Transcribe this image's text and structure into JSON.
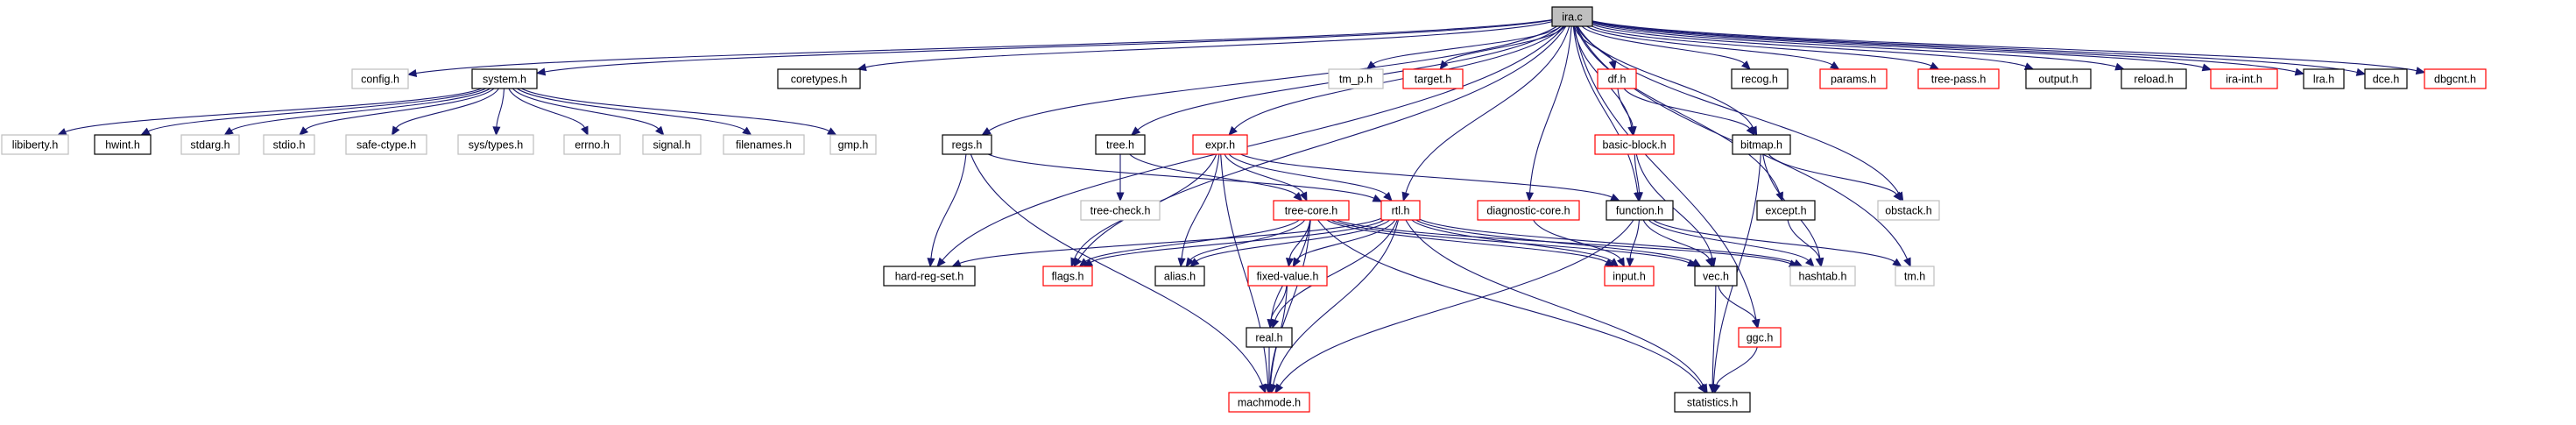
{
  "diagram": {
    "nodes": [
      {
        "id": "ira_c",
        "label": "ira.c",
        "style": "root"
      },
      {
        "id": "config_h",
        "label": "config.h",
        "style": "gray"
      },
      {
        "id": "system_h",
        "label": "system.h",
        "style": "black"
      },
      {
        "id": "coretypes_h",
        "label": "coretypes.h",
        "style": "black"
      },
      {
        "id": "tm_p_h",
        "label": "tm_p.h",
        "style": "gray"
      },
      {
        "id": "target_h",
        "label": "target.h",
        "style": "red"
      },
      {
        "id": "df_h",
        "label": "df.h",
        "style": "red"
      },
      {
        "id": "recog_h",
        "label": "recog.h",
        "style": "black"
      },
      {
        "id": "params_h",
        "label": "params.h",
        "style": "red"
      },
      {
        "id": "tree_pass_h",
        "label": "tree-pass.h",
        "style": "red"
      },
      {
        "id": "output_h",
        "label": "output.h",
        "style": "black"
      },
      {
        "id": "reload_h",
        "label": "reload.h",
        "style": "black"
      },
      {
        "id": "ira_int_h",
        "label": "ira-int.h",
        "style": "red"
      },
      {
        "id": "lra_h",
        "label": "lra.h",
        "style": "black"
      },
      {
        "id": "dce_h",
        "label": "dce.h",
        "style": "black"
      },
      {
        "id": "dbgcnt_h",
        "label": "dbgcnt.h",
        "style": "red"
      },
      {
        "id": "libiberty_h",
        "label": "libiberty.h",
        "style": "gray"
      },
      {
        "id": "hwint_h",
        "label": "hwint.h",
        "style": "black"
      },
      {
        "id": "stdarg_h",
        "label": "stdarg.h",
        "style": "gray"
      },
      {
        "id": "stdio_h",
        "label": "stdio.h",
        "style": "gray"
      },
      {
        "id": "safe_ctype_h",
        "label": "safe-ctype.h",
        "style": "gray"
      },
      {
        "id": "sys_types_h",
        "label": "sys/types.h",
        "style": "gray"
      },
      {
        "id": "errno_h",
        "label": "errno.h",
        "style": "gray"
      },
      {
        "id": "signal_h",
        "label": "signal.h",
        "style": "gray"
      },
      {
        "id": "filenames_h",
        "label": "filenames.h",
        "style": "gray"
      },
      {
        "id": "gmp_h",
        "label": "gmp.h",
        "style": "gray"
      },
      {
        "id": "regs_h",
        "label": "regs.h",
        "style": "black"
      },
      {
        "id": "tree_h",
        "label": "tree.h",
        "style": "black"
      },
      {
        "id": "expr_h",
        "label": "expr.h",
        "style": "red"
      },
      {
        "id": "basic_block_h",
        "label": "basic-block.h",
        "style": "red"
      },
      {
        "id": "bitmap_h",
        "label": "bitmap.h",
        "style": "black"
      },
      {
        "id": "tree_check_h",
        "label": "tree-check.h",
        "style": "gray"
      },
      {
        "id": "tree_core_h",
        "label": "tree-core.h",
        "style": "red"
      },
      {
        "id": "rtl_h",
        "label": "rtl.h",
        "style": "red"
      },
      {
        "id": "diagnostic_core_h",
        "label": "diagnostic-core.h",
        "style": "red"
      },
      {
        "id": "function_h",
        "label": "function.h",
        "style": "black"
      },
      {
        "id": "except_h",
        "label": "except.h",
        "style": "black"
      },
      {
        "id": "obstack_h",
        "label": "obstack.h",
        "style": "gray"
      },
      {
        "id": "hard_reg_set_h",
        "label": "hard-reg-set.h",
        "style": "black"
      },
      {
        "id": "flags_h",
        "label": "flags.h",
        "style": "red"
      },
      {
        "id": "alias_h",
        "label": "alias.h",
        "style": "black"
      },
      {
        "id": "fixed_value_h",
        "label": "fixed-value.h",
        "style": "red"
      },
      {
        "id": "input_h",
        "label": "input.h",
        "style": "red"
      },
      {
        "id": "vec_h",
        "label": "vec.h",
        "style": "black"
      },
      {
        "id": "hashtab_h",
        "label": "hashtab.h",
        "style": "gray"
      },
      {
        "id": "tm_h",
        "label": "tm.h",
        "style": "gray"
      },
      {
        "id": "real_h",
        "label": "real.h",
        "style": "black"
      },
      {
        "id": "ggc_h",
        "label": "ggc.h",
        "style": "red"
      },
      {
        "id": "machmode_h",
        "label": "machmode.h",
        "style": "red"
      },
      {
        "id": "statistics_h",
        "label": "statistics.h",
        "style": "black"
      }
    ],
    "edges": [
      [
        "ira_c",
        "config_h"
      ],
      [
        "ira_c",
        "system_h"
      ],
      [
        "ira_c",
        "coretypes_h"
      ],
      [
        "ira_c",
        "tm_p_h"
      ],
      [
        "ira_c",
        "target_h"
      ],
      [
        "ira_c",
        "df_h"
      ],
      [
        "ira_c",
        "recog_h"
      ],
      [
        "ira_c",
        "params_h"
      ],
      [
        "ira_c",
        "tree_pass_h"
      ],
      [
        "ira_c",
        "output_h"
      ],
      [
        "ira_c",
        "reload_h"
      ],
      [
        "ira_c",
        "ira_int_h"
      ],
      [
        "ira_c",
        "lra_h"
      ],
      [
        "ira_c",
        "dce_h"
      ],
      [
        "ira_c",
        "dbgcnt_h"
      ],
      [
        "ira_c",
        "regs_h"
      ],
      [
        "ira_c",
        "tree_h"
      ],
      [
        "ira_c",
        "expr_h"
      ],
      [
        "ira_c",
        "rtl_h"
      ],
      [
        "ira_c",
        "diagnostic_core_h"
      ],
      [
        "ira_c",
        "basic_block_h"
      ],
      [
        "ira_c",
        "bitmap_h"
      ],
      [
        "ira_c",
        "function_h"
      ],
      [
        "ira_c",
        "except_h"
      ],
      [
        "ira_c",
        "obstack_h"
      ],
      [
        "ira_c",
        "hard_reg_set_h"
      ],
      [
        "ira_c",
        "flags_h"
      ],
      [
        "ira_c",
        "tm_h"
      ],
      [
        "ira_c",
        "ggc_h"
      ],
      [
        "system_h",
        "libiberty_h"
      ],
      [
        "system_h",
        "hwint_h"
      ],
      [
        "system_h",
        "stdarg_h"
      ],
      [
        "system_h",
        "stdio_h"
      ],
      [
        "system_h",
        "safe_ctype_h"
      ],
      [
        "system_h",
        "sys_types_h"
      ],
      [
        "system_h",
        "errno_h"
      ],
      [
        "system_h",
        "signal_h"
      ],
      [
        "system_h",
        "filenames_h"
      ],
      [
        "system_h",
        "gmp_h"
      ],
      [
        "df_h",
        "basic_block_h"
      ],
      [
        "df_h",
        "bitmap_h"
      ],
      [
        "regs_h",
        "hard_reg_set_h"
      ],
      [
        "regs_h",
        "machmode_h"
      ],
      [
        "regs_h",
        "rtl_h"
      ],
      [
        "tree_h",
        "tree_check_h"
      ],
      [
        "tree_h",
        "tree_core_h"
      ],
      [
        "expr_h",
        "function_h"
      ],
      [
        "expr_h",
        "rtl_h"
      ],
      [
        "expr_h",
        "tree_core_h"
      ],
      [
        "expr_h",
        "alias_h"
      ],
      [
        "expr_h",
        "flags_h"
      ],
      [
        "expr_h",
        "machmode_h"
      ],
      [
        "basic_block_h",
        "function_h"
      ],
      [
        "basic_block_h",
        "vec_h"
      ],
      [
        "bitmap_h",
        "obstack_h"
      ],
      [
        "bitmap_h",
        "hashtab_h"
      ],
      [
        "bitmap_h",
        "statistics_h"
      ],
      [
        "tree_core_h",
        "hashtab_h"
      ],
      [
        "tree_core_h",
        "machmode_h"
      ],
      [
        "tree_core_h",
        "input_h"
      ],
      [
        "tree_core_h",
        "statistics_h"
      ],
      [
        "tree_core_h",
        "vec_h"
      ],
      [
        "tree_core_h",
        "fixed_value_h"
      ],
      [
        "tree_core_h",
        "alias_h"
      ],
      [
        "tree_core_h",
        "flags_h"
      ],
      [
        "tree_core_h",
        "real_h"
      ],
      [
        "rtl_h",
        "hard_reg_set_h"
      ],
      [
        "rtl_h",
        "flags_h"
      ],
      [
        "rtl_h",
        "alias_h"
      ],
      [
        "rtl_h",
        "fixed_value_h"
      ],
      [
        "rtl_h",
        "real_h"
      ],
      [
        "rtl_h",
        "machmode_h"
      ],
      [
        "rtl_h",
        "input_h"
      ],
      [
        "rtl_h",
        "vec_h"
      ],
      [
        "rtl_h",
        "hashtab_h"
      ],
      [
        "rtl_h",
        "statistics_h"
      ],
      [
        "diagnostic_core_h",
        "input_h"
      ],
      [
        "function_h",
        "hashtab_h"
      ],
      [
        "function_h",
        "vec_h"
      ],
      [
        "function_h",
        "machmode_h"
      ],
      [
        "function_h",
        "tm_h"
      ],
      [
        "function_h",
        "input_h"
      ],
      [
        "except_h",
        "hashtab_h"
      ],
      [
        "fixed_value_h",
        "real_h"
      ],
      [
        "fixed_value_h",
        "machmode_h"
      ],
      [
        "vec_h",
        "ggc_h"
      ],
      [
        "vec_h",
        "statistics_h"
      ],
      [
        "real_h",
        "machmode_h"
      ],
      [
        "ggc_h",
        "statistics_h"
      ]
    ]
  }
}
